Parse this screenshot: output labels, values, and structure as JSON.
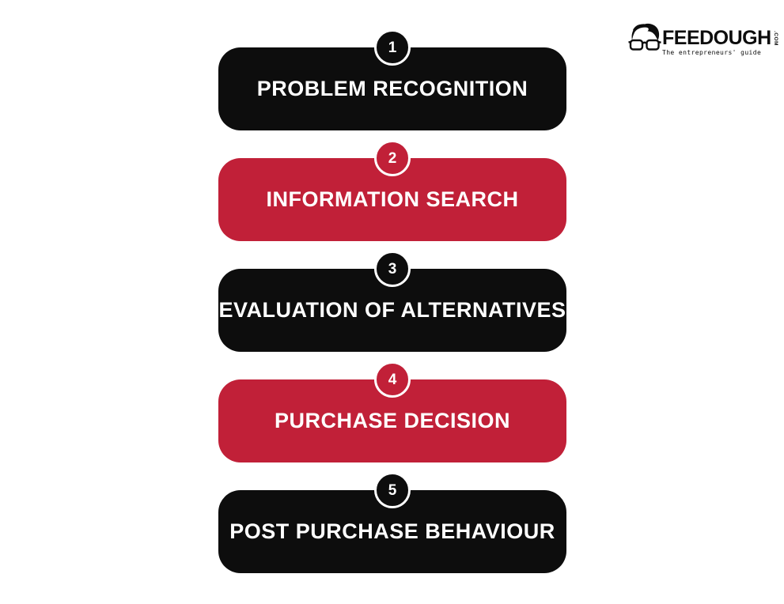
{
  "logo": {
    "brand": "FEEDOUGH",
    "tld": ".COM",
    "tagline": "The entrepreneurs' guide",
    "mascot": "man-with-glasses-icon"
  },
  "diagram": {
    "type": "process-flow",
    "colors": {
      "step_black": "#0d0d0d",
      "step_red": "#c12038",
      "label_text": "#ffffff",
      "background": "#ffffff"
    },
    "steps": [
      {
        "number": "1",
        "label": "PROBLEM RECOGNITION",
        "color": "#0d0d0d"
      },
      {
        "number": "2",
        "label": "INFORMATION SEARCH",
        "color": "#c12038"
      },
      {
        "number": "3",
        "label": "EVALUATION OF ALTERNATIVES",
        "color": "#0d0d0d"
      },
      {
        "number": "4",
        "label": "PURCHASE DECISION",
        "color": "#c12038"
      },
      {
        "number": "5",
        "label": "POST PURCHASE BEHAVIOUR",
        "color": "#0d0d0d"
      }
    ]
  }
}
